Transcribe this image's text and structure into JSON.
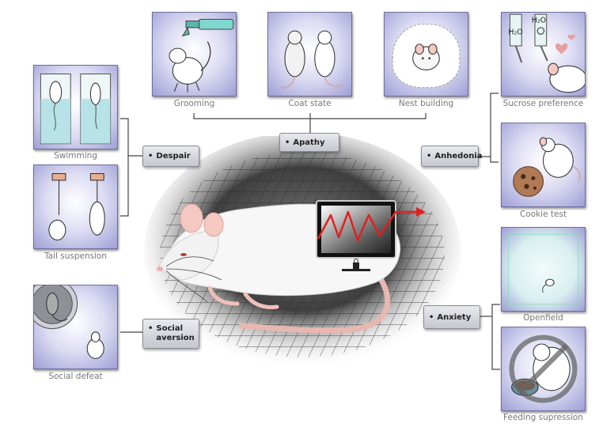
{
  "categories": {
    "apathy": "Apathy",
    "despair": "Despair",
    "anhedonia": "Anhedonia",
    "social_aversion_line1": "Social",
    "social_aversion_line2": "aversion",
    "anxiety": "Anxiety"
  },
  "tests": {
    "grooming": "Grooming",
    "coat_state": "Coat state",
    "nest_building": "Nest building",
    "sucrose_preference": "Sucrose preference",
    "cookie_test": "Cookie test",
    "swimming": "Swimming",
    "tail_suspension": "Tail suspension",
    "social_defeat": "Social defeat",
    "openfield": "Openfield",
    "feeding_supression": "Feeding supression"
  },
  "bottle_labels": {
    "left": "H₂O",
    "right": "H₂O"
  },
  "colors": {
    "panel_border": "#6f6f9a",
    "panel_light": "#dcdcf3",
    "panel_dark": "#9e9ed6",
    "connector": "#444444",
    "trend_red": "#e02020"
  }
}
